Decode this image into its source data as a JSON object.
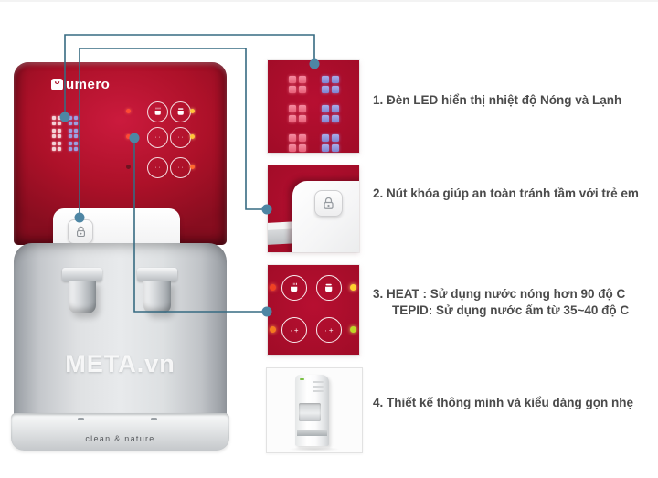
{
  "page": {
    "background_color": "#ffffff"
  },
  "product": {
    "brand": "umero",
    "watermark": "META.vn",
    "base_label": "clean & nature",
    "colors": {
      "body_red": "#ab1129",
      "body_silver": "#d6d8da",
      "callout_line": "#376b82",
      "callout_dot": "#4e86a4",
      "led_hot": "#ee7187",
      "led_cold": "#8b90d9",
      "led_indicator_red": "#ff4b33",
      "led_indicator_amber": "#ffc43a",
      "led_indicator_orange": "#f4791f",
      "led_indicator_green": "#bfd726"
    },
    "icons": [
      "lock-icon",
      "hot-water-cup-icon",
      "tepid-water-cup-icon",
      "led-matrix",
      "water-tap"
    ]
  },
  "captions": {
    "c1": "1. Đèn LED hiển thị nhiệt độ Nóng và Lạnh",
    "c2": "2. Nút khóa giúp an toàn tránh tầm với trẻ em",
    "c3_line1": "3. HEAT : Sử dụng nước nóng hơn 90 độ C",
    "c3_line2": "TEPID: Sử dụng nước ấm từ 35~40 độ C",
    "c4": "4. Thiết kế thông minh và kiểu dáng gọn nhẹ"
  }
}
